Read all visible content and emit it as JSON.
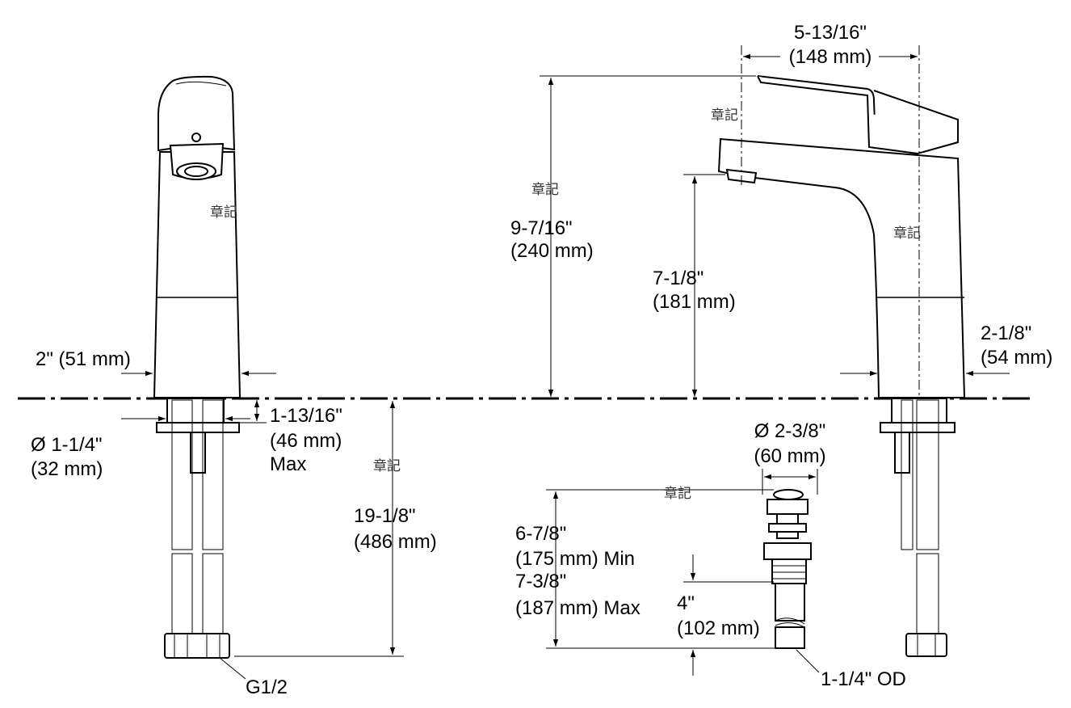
{
  "watermark": "章記",
  "labels": {
    "top_width_in": "5-13/16\"",
    "top_width_mm": "(148 mm)",
    "height_in": "9-7/16\"",
    "height_mm": "(240 mm)",
    "spout_in": "7-1/8\"",
    "spout_mm": "(181 mm)",
    "base_right_in": "2-1/8\"",
    "base_right_mm": "(54 mm)",
    "base_left": "2\" (51 mm)",
    "thread_dia_in": "Ø 1-1/4\"",
    "thread_dia_mm": "(32 mm)",
    "deck_in": "1-13/16\"",
    "deck_mm": "(46 mm)",
    "deck_max": "Max",
    "hose_in": "19-1/8\"",
    "hose_mm": "(486 mm)",
    "drain_dia_in": "Ø 2-3/8\"",
    "drain_dia_mm": "(60 mm)",
    "drain_min_in": "6-7/8\"",
    "drain_min_mm": "(175 mm) Min",
    "drain_max_in": "7-3/8\"",
    "drain_max_mm": "(187 mm) Max",
    "tail_in": "4\"",
    "tail_mm": "(102 mm)",
    "tail_od": "1-1/4\" OD",
    "connector": "G1/2"
  }
}
